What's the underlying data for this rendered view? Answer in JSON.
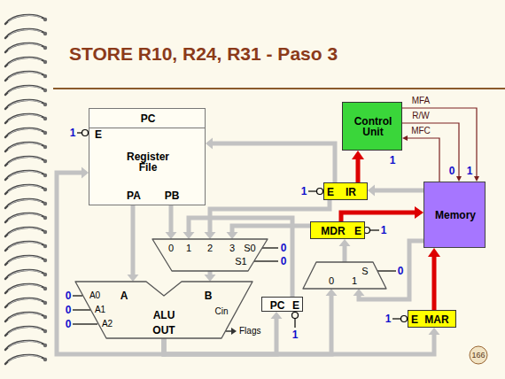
{
  "diagram": {
    "title": "STORE R10, R24, R31 - Paso 3",
    "nodes": [
      {
        "text": [
          "PC",
          "E",
          "Register File",
          "PA",
          "PB"
        ]
      },
      {
        "text": [
          "Control Unit"
        ]
      },
      {
        "text": [
          "E",
          "IR"
        ]
      },
      {
        "text": [
          "Memory"
        ]
      },
      {
        "text": [
          "MDR",
          "E"
        ]
      },
      {
        "text": [
          "0",
          "1",
          "2",
          "3",
          "S0",
          "S1"
        ]
      },
      {
        "text": [
          "S",
          "0",
          "1"
        ]
      },
      {
        "text": [
          "A",
          "B",
          "A0",
          "A1",
          "A2",
          "ALU",
          "Cin",
          "OUT"
        ]
      },
      {
        "text": [
          "PC",
          "E"
        ]
      },
      {
        "text": [
          "E",
          "MAR"
        ]
      }
    ],
    "edges": [
      {
        "from": 0,
        "to": 7,
        "arrow": "to"
      },
      {
        "from": 0,
        "to": 5,
        "arrow": "to"
      },
      {
        "from": 5,
        "to": 7,
        "arrow": "to"
      },
      {
        "from": 2,
        "to": 1,
        "arrow": "to"
      },
      {
        "from": 1,
        "to": 3,
        "label": "MFA",
        "arrow": "to"
      },
      {
        "from": 1,
        "to": 3,
        "label": "R/W",
        "arrow": "to"
      },
      {
        "from": 3,
        "to": 1,
        "label": "MFC",
        "arrow": "to"
      },
      {
        "from": 3,
        "to": 2,
        "arrow": "to"
      },
      {
        "from": 2,
        "to": 0,
        "arrow": "to"
      },
      {
        "from": 2,
        "to": 5,
        "arrow": "to"
      },
      {
        "from": 4,
        "to": 5,
        "arrow": "to"
      },
      {
        "from": 8,
        "to": 5,
        "arrow": "to"
      },
      {
        "from": 4,
        "to": 3,
        "arrow": "to"
      },
      {
        "from": 6,
        "to": 4,
        "arrow": "to"
      },
      {
        "from": 3,
        "to": 6,
        "arrow": "to"
      },
      {
        "from": 9,
        "to": 3,
        "arrow": "to"
      },
      {
        "from": 7,
        "to": 0,
        "arrow": "to"
      },
      {
        "from": 7,
        "to": 8,
        "arrow": "to"
      },
      {
        "from": 7,
        "to": 6,
        "arrow": "to"
      },
      {
        "from": 7,
        "to": 9,
        "arrow": "to"
      }
    ],
    "labels": [
      "1",
      "1",
      "0",
      "1",
      "1",
      "1",
      "0",
      "0",
      "0",
      "0",
      "0",
      "0",
      "Flags",
      "1",
      "1",
      "166"
    ]
  }
}
